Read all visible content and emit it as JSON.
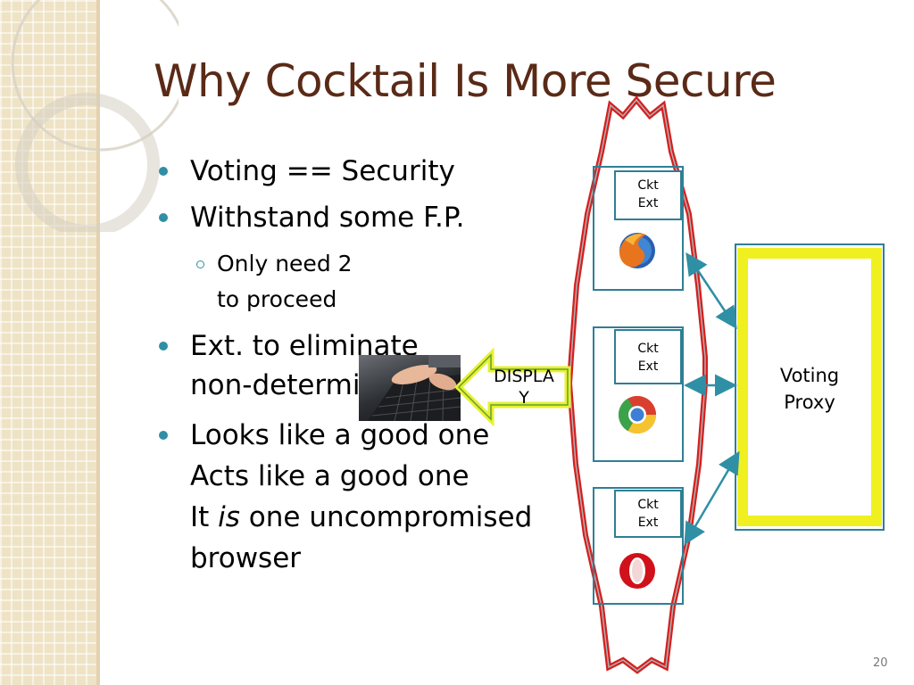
{
  "slide": {
    "title": "Why Cocktail Is More Secure",
    "page_number": "20"
  },
  "bullets": {
    "b1": "Voting == Security",
    "b2": "Withstand some F.P.",
    "b2_sub_line1": "Only need 2",
    "b2_sub_line2": "to proceed",
    "b3_line1": "Ext. to eliminate",
    "b3_line2": "non-determinism",
    "b4_line1": "Looks like a good one",
    "b4_line2": "Acts like a good one",
    "b4_line3_prefix": "It",
    "b4_line3_em": "is",
    "b4_line3_suffix": "one uncompromised",
    "b4_line4": "browser"
  },
  "diagram": {
    "display_label_line1": "DISPLA",
    "display_label_line2": "Y",
    "ext_boxes": [
      {
        "line1": "Ckt",
        "line2": "Ext",
        "browser_icon": "firefox-icon"
      },
      {
        "line1": "Ckt",
        "line2": "Ext",
        "browser_icon": "chrome-icon"
      },
      {
        "line1": "Ckt",
        "line2": "Ext",
        "browser_icon": "opera-icon"
      }
    ],
    "proxy_label_line1": "Voting",
    "proxy_label_line2": "Proxy"
  },
  "colors": {
    "title": "#5a2a17",
    "bullet": "#2f8fa5",
    "sandbox_outline": "#d42020",
    "proxy_border": "#f0f020",
    "box_border": "#2f7f95"
  }
}
